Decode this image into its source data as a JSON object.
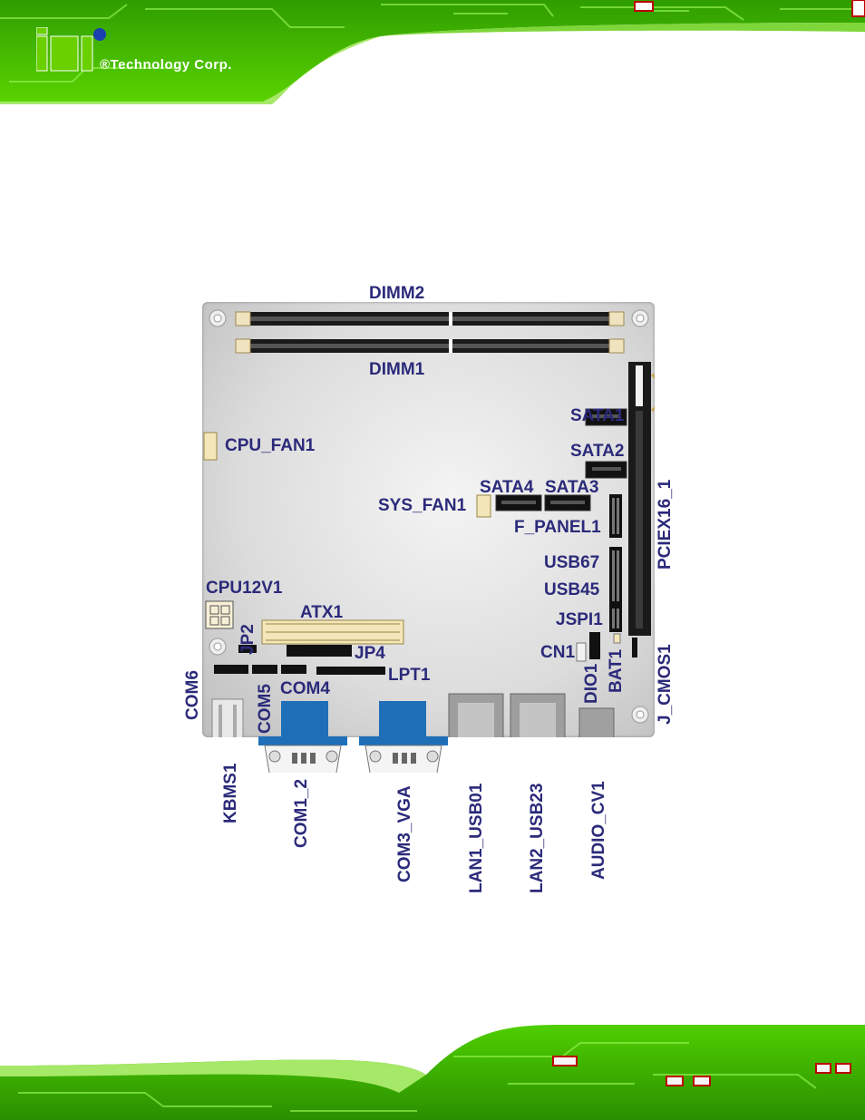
{
  "header": {
    "logo_letters": "iEi",
    "company": "®Technology Corp."
  },
  "colors": {
    "circuit_green": "#39c000",
    "label_navy": "#2b2a7a",
    "board_gray": "#d6d6d6",
    "connector_blue": "#1f6fb8"
  },
  "labels": {
    "dimm2": "DIMM2",
    "dimm1": "DIMM1",
    "sata1": "SATA1",
    "sata2": "SATA2",
    "sata4": "SATA4",
    "sata3": "SATA3",
    "cpu_fan1": "CPU_FAN1",
    "sys_fan1": "SYS_FAN1",
    "f_panel1": "F_PANEL1",
    "pciex16_1": "PCIEX16_1",
    "usb67": "USB67",
    "usb45": "USB45",
    "jspi1": "JSPI1",
    "cpu12v1": "CPU12V1",
    "atx1": "ATX1",
    "jp2": "JP2",
    "jp4": "JP4",
    "cn1": "CN1",
    "lpt1": "LPT1",
    "com6": "COM6",
    "com5": "COM5",
    "com4": "COM4",
    "dio1": "DIO1",
    "bat1": "BAT1",
    "j_cmos1": "J_CMOS1",
    "kbms1": "KBMS1",
    "com1_2": "COM1_2",
    "com3_vga": "COM3_VGA",
    "lan1_usb01": "LAN1_USB01",
    "lan2_usb23": "LAN2_USB23",
    "audio_cv1": "AUDIO_CV1"
  }
}
